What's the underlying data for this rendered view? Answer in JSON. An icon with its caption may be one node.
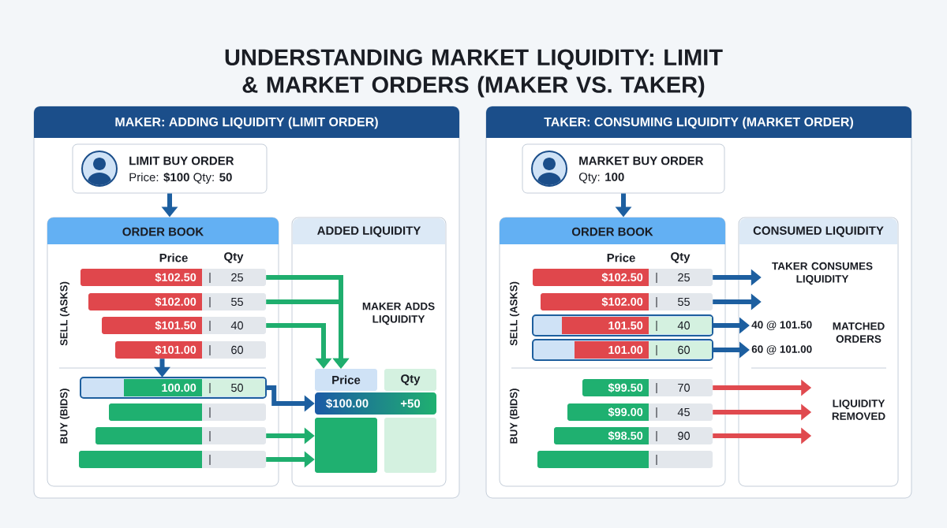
{
  "diagram": {
    "title": "UNDERSTANDING MARKET LIQUIDITY: LIMIT & MARKET ORDERS (MAKER VS. TAKER)",
    "nodes": [
      {
        "text": [
          "MAKER: ADDING LIQUIDITY (LIMIT ORDER)"
        ]
      },
      {
        "text": [
          "LIMIT BUY ORDER",
          "Price: **$100** Qty: **50**"
        ],
        "in": 0
      },
      {
        "text": [
          "ORDER BOOK",
          "Price",
          "Qty",
          "SELL (ASKS)",
          "BUY (BIDS)"
        ],
        "in": 0
      },
      {
        "text": [
          "$102.50",
          "25"
        ],
        "in": 2
      },
      {
        "text": [
          "$102.00",
          "55"
        ],
        "in": 2
      },
      {
        "text": [
          "$101.50",
          "40"
        ],
        "in": 2
      },
      {
        "text": [
          "$101.00",
          "60"
        ],
        "in": 2
      },
      {
        "text": [
          "100.00",
          "50"
        ],
        "in": 2
      },
      {
        "text": [],
        "shape": "bar",
        "in": 2
      },
      {
        "text": [],
        "shape": "bar",
        "in": 2
      },
      {
        "text": [],
        "shape": "bar",
        "in": 2
      },
      {
        "text": [
          "ADDED LIQUIDITY",
          "MAKER ADDS LIQUIDITY"
        ],
        "in": 0
      },
      {
        "text": [
          "Price",
          "Qty"
        ],
        "in": 11
      },
      {
        "text": [
          "$100.00",
          "+50"
        ],
        "in": 11
      },
      {
        "text": [],
        "shape": "box",
        "in": 11
      },
      {
        "text": [
          "TAKER: CONSUMING LIQUIDITY (MARKET ORDER)"
        ]
      },
      {
        "text": [
          "MARKET BUY ORDER",
          "Qty: **100**"
        ],
        "in": 15
      },
      {
        "text": [
          "ORDER BOOK",
          "Price",
          "Qty",
          "SELL (ASKS)",
          "BUY (BIDS)"
        ],
        "in": 15
      },
      {
        "text": [
          "$102.50",
          "25"
        ],
        "in": 17
      },
      {
        "text": [
          "$102.00",
          "55"
        ],
        "in": 17
      },
      {
        "text": [
          "101.50",
          "40"
        ],
        "in": 17
      },
      {
        "text": [
          "101.00",
          "60"
        ],
        "in": 17
      },
      {
        "text": [
          "$99.50",
          "70"
        ],
        "in": 17
      },
      {
        "text": [
          "$99.00",
          "45"
        ],
        "in": 17
      },
      {
        "text": [
          "$98.50",
          "90"
        ],
        "in": 17
      },
      {
        "text": [],
        "shape": "bar",
        "in": 17
      },
      {
        "text": [
          "CONSUMED LIQUIDITY",
          "MATCHED ORDERS",
          "LIQUIDITY REMOVED"
        ],
        "in": 15
      },
      {
        "text": [
          "TAKER CONSUMES LIQUIDITY"
        ],
        "in": 26
      },
      {
        "text": [
          "40 @ 101.50"
        ],
        "in": 26
      },
      {
        "text": [
          "60 @ 101.00"
        ],
        "in": 26
      }
    ],
    "edges": [
      {
        "from": 1,
        "to": 2,
        "arrow": "to"
      },
      {
        "from": 3,
        "to": 12,
        "arrow": "to",
        "color": "#1fae6e"
      },
      {
        "from": 4,
        "to": 12,
        "arrow": "to",
        "color": "#1fae6e"
      },
      {
        "from": 5,
        "to": 12,
        "arrow": "to",
        "color": "#1fae6e"
      },
      {
        "from": 6,
        "to": 7,
        "arrow": "to"
      },
      {
        "from": 7,
        "to": 13,
        "arrow": "to"
      },
      {
        "from": 9,
        "to": 14,
        "arrow": "to",
        "color": "#1fae6e"
      },
      {
        "from": 10,
        "to": 14,
        "arrow": "to",
        "color": "#1fae6e"
      },
      {
        "from": 16,
        "to": 17,
        "arrow": "to"
      },
      {
        "from": 18,
        "to": 27,
        "arrow": "to"
      },
      {
        "from": 19,
        "to": 27,
        "arrow": "to"
      },
      {
        "from": 20,
        "to": 28,
        "arrow": "to"
      },
      {
        "from": 21,
        "to": 29,
        "arrow": "to"
      },
      {
        "from": 22,
        "to": null,
        "arrow": "to",
        "color": "#e04a4f"
      },
      {
        "from": 23,
        "to": null,
        "arrow": "to",
        "color": "#e04a4f"
      },
      {
        "from": 24,
        "to": null,
        "arrow": "to",
        "color": "#e04a4f"
      }
    ]
  }
}
